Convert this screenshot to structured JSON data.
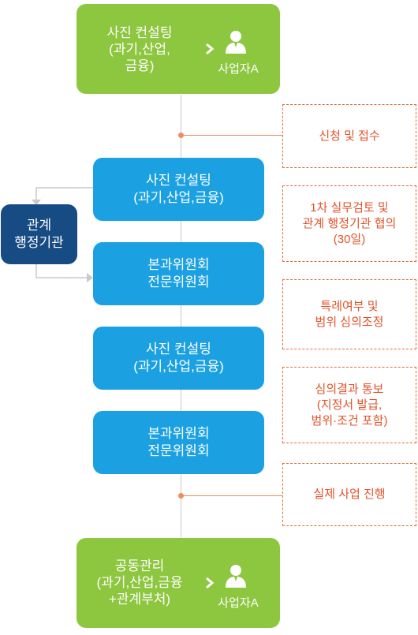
{
  "colors": {
    "green": "#8dc63f",
    "blue": "#1ba1e2",
    "navy": "#174b83",
    "note_text": "#e2532b",
    "note_border": "#e26a3a",
    "connector": "#f28b5b"
  },
  "top_box": {
    "title": "사진 컨설팅\n(과기,산업,\n금융)",
    "person_label": "사업자A",
    "icons": [
      "chevron-right-icon",
      "person-icon"
    ]
  },
  "bottom_box": {
    "title": "공동관리\n(과기,산업,금융\n+관계부처)",
    "person_label": "사업자A",
    "icons": [
      "chevron-right-icon",
      "person-icon"
    ]
  },
  "blue_boxes": [
    "사진 컨설팅\n(과기,산업,금융)",
    "본과위원회\n전문위원회",
    "사진 컨설팅\n(과기,산업,금융)",
    "본과위원회\n전문위원회"
  ],
  "side_box": "관계\n행정기관",
  "notes": [
    "신청 및 접수",
    "1차 실무검토 및\n관계 행정기관 협의\n(30일)",
    "특례여부 및\n범위 심의조정",
    "심의결과 통보\n(지정서 발급,\n범위·조건 포함)",
    "실제 사업 진행"
  ]
}
